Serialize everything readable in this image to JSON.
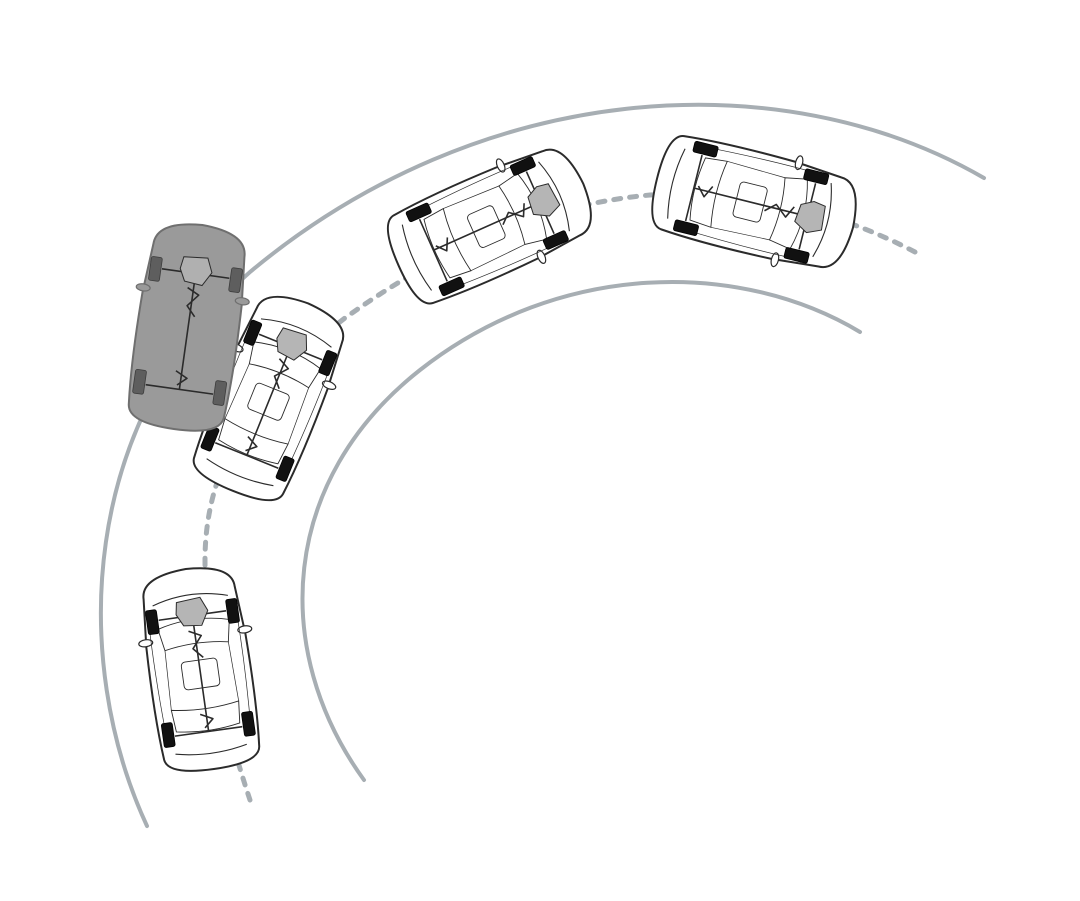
{
  "diagram": {
    "road_color": "#a7aeb3",
    "path_color": "#a7aeb3",
    "background": "#ffffff",
    "car_line_color": "#2b2b2b",
    "car_fill": "#ffffff",
    "skid_car_fill": "#9a9a9a",
    "tire_color": "#111111",
    "engine_color": "#b5b5b5",
    "road_edges": [
      {
        "name": "road-outer-edge"
      },
      {
        "name": "road-inner-edge"
      }
    ],
    "cars": [
      {
        "name": "car-entry",
        "state": "normal"
      },
      {
        "name": "car-correcting",
        "state": "normal"
      },
      {
        "name": "car-skidding",
        "state": "skid"
      },
      {
        "name": "car-recovered",
        "state": "normal"
      },
      {
        "name": "car-exit",
        "state": "normal"
      }
    ]
  }
}
